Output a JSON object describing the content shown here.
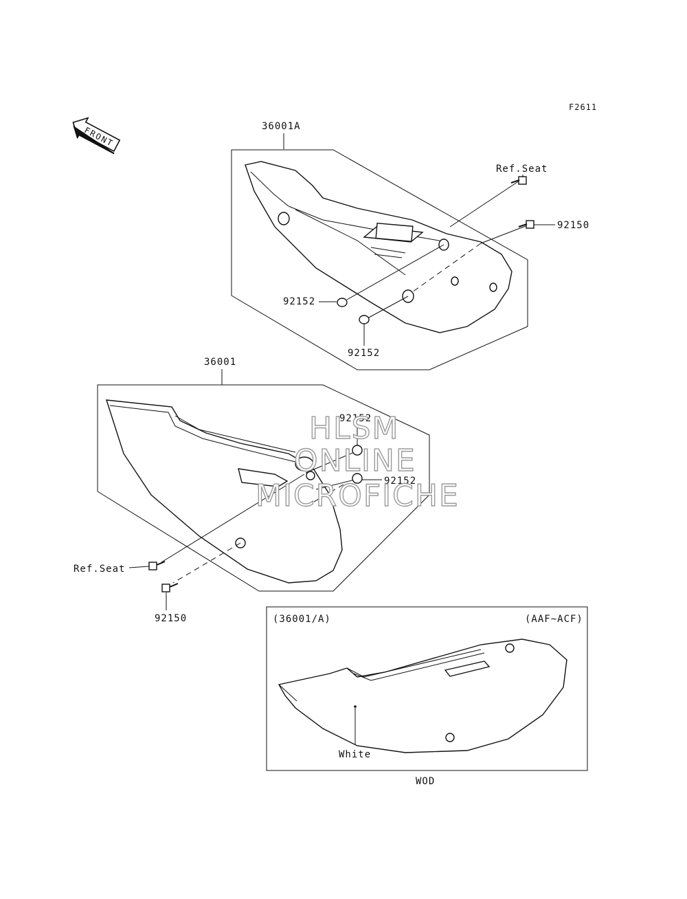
{
  "figure_code": "F2611",
  "front_label": "FRONT",
  "upper_group": {
    "part_number": "36001A",
    "callouts": {
      "ref_seat": "Ref.Seat",
      "bolt": "92150",
      "collar_left": "92152",
      "collar_bottom": "92152"
    }
  },
  "lower_group": {
    "part_number": "36001",
    "callouts": {
      "collar_top": "92152",
      "collar_right": "92152",
      "ref_seat": "Ref.Seat",
      "bolt": "92150"
    }
  },
  "inset": {
    "part_ref": "(36001/A)",
    "model_range": "(AAF~ACF)",
    "color_label": "White",
    "caption": "WOD"
  },
  "watermark": {
    "line1": "HLSM",
    "line2": "ONLINE",
    "line3": "MICROFICHE"
  }
}
